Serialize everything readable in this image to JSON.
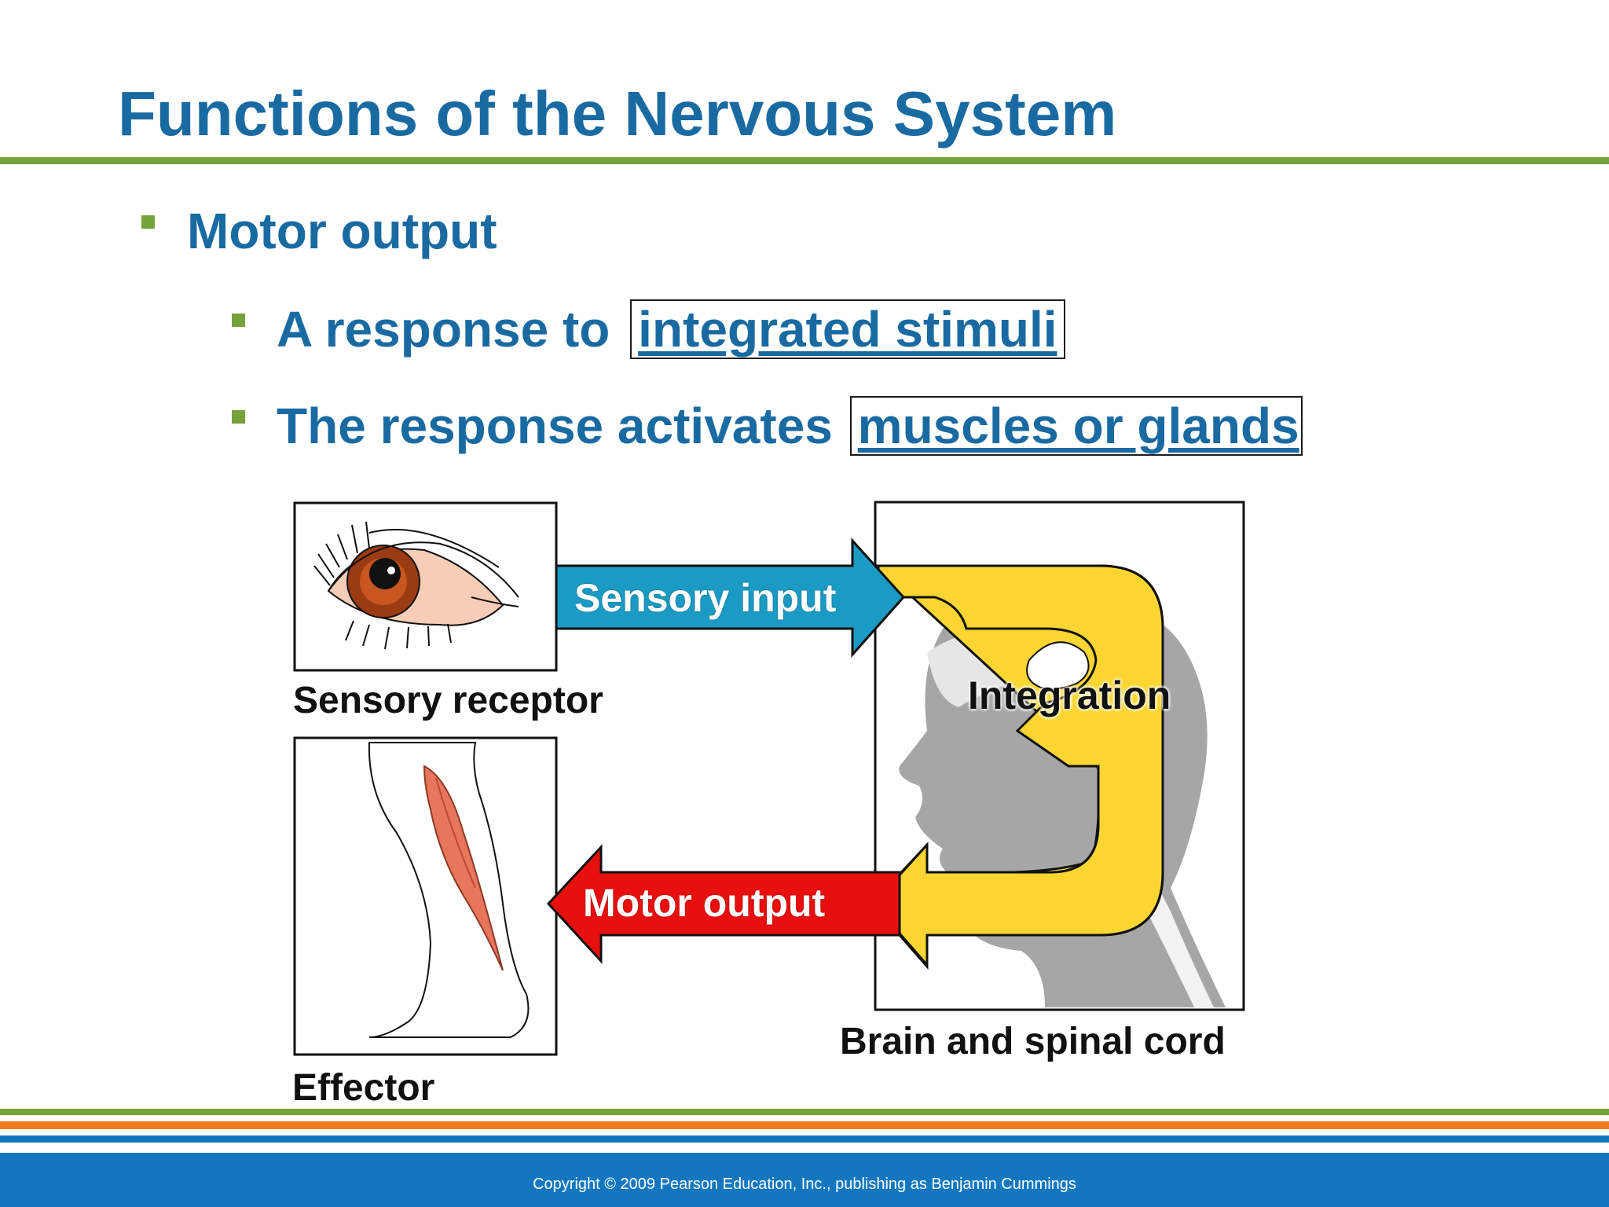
{
  "slide": {
    "title": "Functions of the Nervous System",
    "bullets": [
      {
        "text": "Motor output"
      },
      {
        "prefix": "A response to ",
        "boxed": "integrated stimuli"
      },
      {
        "prefix": "The response activates ",
        "boxed": "muscles or glands"
      }
    ]
  },
  "diagram": {
    "sensory_receptor_label": "Sensory receptor",
    "effector_label": "Effector",
    "brain_label": "Brain and spinal cord",
    "sensory_input_label": "Sensory input",
    "integration_label": "Integration",
    "motor_output_label": "Motor output",
    "colors": {
      "sensory_arrow": "#1b9bc4",
      "integration_arrow": "#fbd633",
      "motor_arrow": "#e8100f",
      "head_silhouette": "#a6a6a6"
    }
  },
  "footer": {
    "copyright": "Copyright © 2009 Pearson Education, Inc., publishing as Benjamin Cummings",
    "stripe_colors": [
      "#75a23b",
      "#f47a20",
      "#1277be"
    ]
  }
}
